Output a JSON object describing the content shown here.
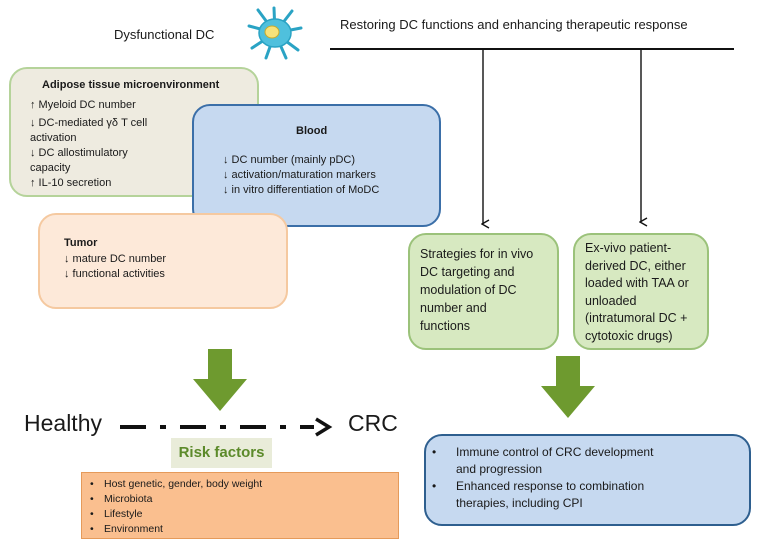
{
  "header": {
    "left_title": "Dysfunctional DC",
    "right_title": "Restoring  DC  functions  and  enhancing  therapeutic response"
  },
  "adipose": {
    "title": "Adipose tissue microenvironment",
    "lines": [
      "↑ Myeloid DC number",
      "↓  DC-mediated γδ T cell",
      "activation",
      "↓ DC allostimulatory",
      "capacity",
      "↑ IL-10 secretion"
    ]
  },
  "blood": {
    "title": "Blood",
    "lines": [
      "↓ DC  number (mainly pDC)",
      "↓ activation/maturation markers",
      "↓ in vitro differentiation of MoDC"
    ]
  },
  "tumor": {
    "title": "Tumor",
    "lines": [
      "↓ mature DC number",
      "↓ functional activities"
    ]
  },
  "strategies": {
    "lines": [
      "Strategies for in vivo",
      "DC targeting and",
      "modulation of DC",
      "number and",
      "functions"
    ]
  },
  "exvivo": {
    "lines": [
      "Ex-vivo patient-",
      "derived DC, either",
      "loaded with TAA or",
      "unloaded",
      "(intratumoral  DC +",
      "cytotoxic drugs)"
    ]
  },
  "progression": {
    "start": "Healthy",
    "end": "CRC"
  },
  "risk": {
    "title": "Risk factors",
    "items": [
      "Host genetic, gender, body weight",
      "Microbiota",
      "Lifestyle",
      "Environment"
    ]
  },
  "outcome": {
    "items": [
      [
        "Immune control of  CRC development",
        "and  progression"
      ],
      [
        "Enhanced response to combination",
        "therapies, including CPI"
      ]
    ]
  },
  "colors": {
    "adipose_fill": "#eeebe0",
    "adipose_border": "#b5d39a",
    "blood_fill": "#c6d9f0",
    "blood_border": "#3b6fa8",
    "tumor_fill": "#fde9d9",
    "tumor_border": "#f5c9a0",
    "green_fill": "#d7e9c1",
    "green_border": "#9bc27a",
    "arrow_green": "#6e9a2f",
    "risk_title_fill": "#e9ecd9",
    "risk_title_text": "#5c8a2a",
    "risk_list_fill": "#fabf8f",
    "risk_list_border": "#e59a5a",
    "outcome_fill": "#c6d9f0",
    "outcome_border": "#2e5f8f"
  }
}
